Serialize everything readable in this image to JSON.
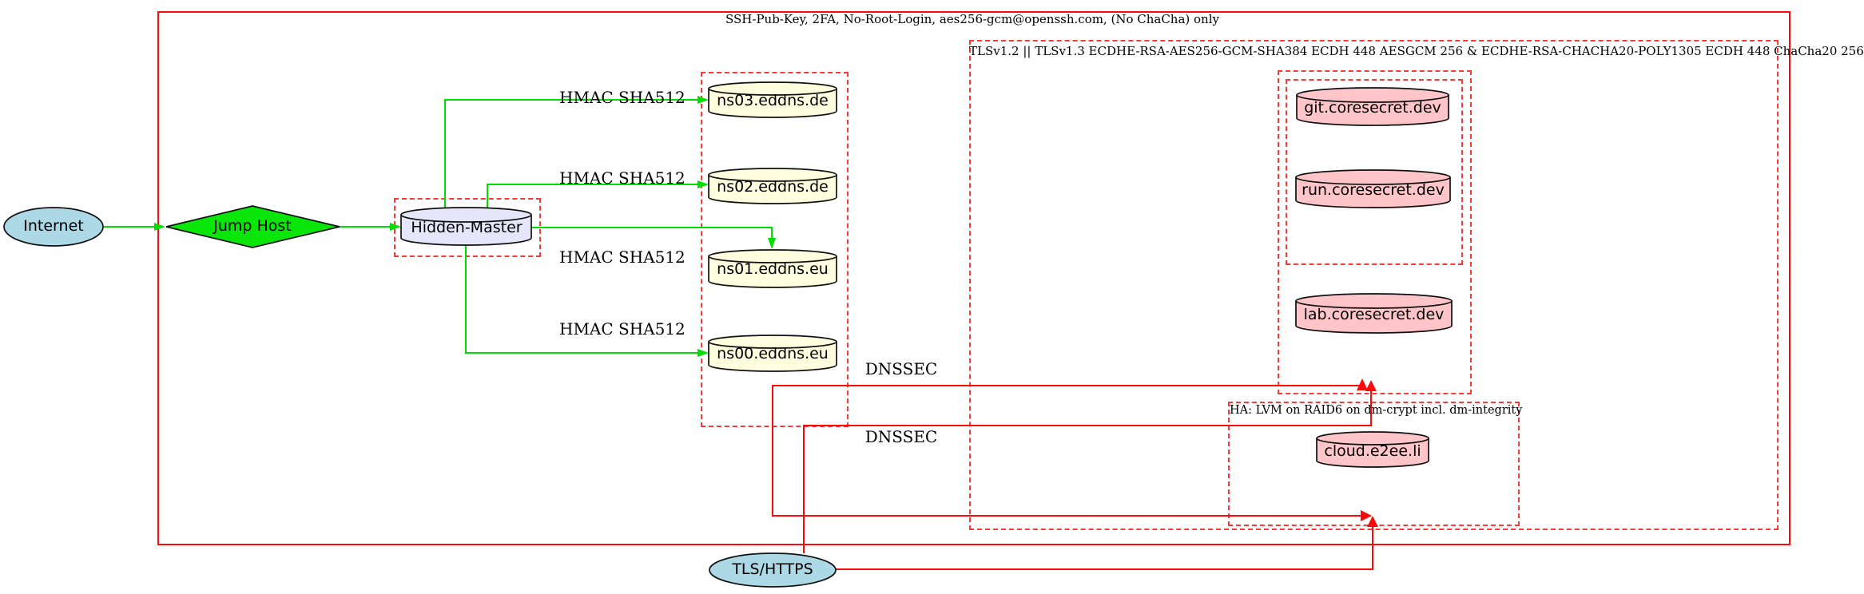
{
  "clusters": {
    "ssh": {
      "label": "SSH-Pub-Key, 2FA, No-Root-Login, aes256-gcm@openssh.com, (No ChaCha) only"
    },
    "tls": {
      "label": "TLSv1.2 || TLSv1.3 ECDHE-RSA-AES256-GCM-SHA384 ECDH 448 AESGCM 256 & ECDHE-RSA-CHACHA20-POLY1305 ECDH 448 ChaCha20 256"
    },
    "ha": {
      "label": "HA: LVM on RAID6 on dm-crypt incl. dm-integrity"
    }
  },
  "nodes": {
    "internet": {
      "label": "Internet",
      "shape": "ellipse"
    },
    "jump_host": {
      "label": "Jump Host",
      "shape": "diamond"
    },
    "hidden_master": {
      "label": "Hidden-Master",
      "shape": "cylinder"
    },
    "ns03": {
      "label": "ns03.eddns.de",
      "shape": "cylinder"
    },
    "ns02": {
      "label": "ns02.eddns.de",
      "shape": "cylinder"
    },
    "ns01": {
      "label": "ns01.eddns.eu",
      "shape": "cylinder"
    },
    "ns00": {
      "label": "ns00.eddns.eu",
      "shape": "cylinder"
    },
    "git": {
      "label": "git.coresecret.dev",
      "shape": "cylinder"
    },
    "run": {
      "label": "run.coresecret.dev",
      "shape": "cylinder"
    },
    "lab": {
      "label": "lab.coresecret.dev",
      "shape": "cylinder"
    },
    "cloud": {
      "label": "cloud.e2ee.li",
      "shape": "cylinder"
    },
    "tls_https": {
      "label": "TLS/HTTPS",
      "shape": "ellipse"
    }
  },
  "edge_labels": {
    "hmac": "HMAC SHA512",
    "dnssec": "DNSSEC"
  },
  "colors": {
    "secure_edge_green": "#00dd00",
    "jump_host_green": "#0ae50a",
    "tls_edge_red": "#fb0a0a",
    "cluster_border_red": "#f93a3a",
    "internet_blue": "#add8e6",
    "dns_yellow": "#ffffe0",
    "master_lavender": "#e6e6fa",
    "service_pink": "#ffc5c9",
    "node_stroke": "#101010"
  }
}
